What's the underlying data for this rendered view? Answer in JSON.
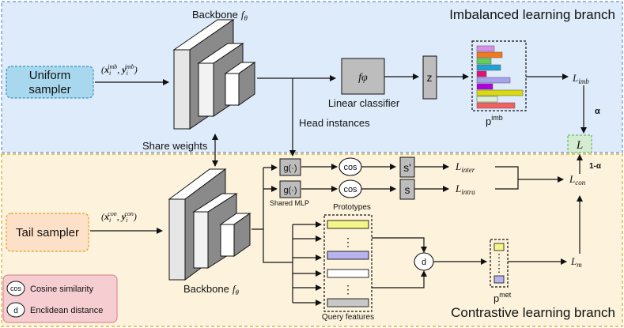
{
  "branches": {
    "top_title": "Imbalanced learning branch",
    "bottom_title": "Contrastive learning branch"
  },
  "samplers": {
    "uniform": [
      "Uniform",
      "sampler"
    ],
    "tail": "Tail sampler"
  },
  "labels": {
    "backbone_top": "Backbone",
    "backbone_bottom": "Backbone",
    "f_theta": "f",
    "theta": "θ",
    "share_weights": "Share weights",
    "head_instances": "Head instances",
    "f_phi": "fφ",
    "linear_classifier": "Linear classifier",
    "z": "z",
    "p_imb_base": "p",
    "p_imb_sup": "imb",
    "p_met_base": "p",
    "p_met_sup": "met",
    "g": "g(·)",
    "shared_mlp": "Shared MLP",
    "cos": "cos",
    "s_prime": "s'",
    "s": "s",
    "prototypes": "Prototypes",
    "query_features": "Query features",
    "d": "d",
    "L": "L",
    "alpha": "α",
    "one_minus_alpha": "1-α",
    "dots": "⋮"
  },
  "inputs": {
    "imb": {
      "open": "(",
      "x": "x",
      "sub1": "i",
      "sup1": "imb",
      "comma": ", ",
      "y": "y",
      "sub2": "i",
      "sup2": "imb",
      "close": ")"
    },
    "con": {
      "open": "(",
      "x": "x",
      "sub1": "i",
      "sup1": "con",
      "comma": ", ",
      "y": "y",
      "sub2": "i",
      "sup2": "con",
      "close": ")"
    }
  },
  "losses": {
    "imb": {
      "base": "L",
      "sub": "imb"
    },
    "inter": {
      "base": "L",
      "sub": "inter"
    },
    "intra": {
      "base": "L",
      "sub": "intra"
    },
    "con": {
      "base": "L",
      "sub": "con"
    },
    "m": {
      "base": "L",
      "sub": "m"
    }
  },
  "legend": {
    "cos_symbol": "cos",
    "cos_text": "Cosine similarity",
    "d_symbol": "d",
    "d_text": "Enclidean distance"
  },
  "colors": {
    "top_bg": "#deebfa",
    "bottom_bg": "#fdf3dc",
    "sampler_blue": "#a8d8ee",
    "sampler_orange": "#fde0c8",
    "legend_bg": "#f6cdd0",
    "L_box": "#d5ecd2",
    "proto_yellow": "#f6f58a",
    "proto_lavender": "#b7b3ef",
    "query_gray": "#c8c8c8"
  },
  "p_imb_bar_colors": [
    "#d98de8",
    "#f07a20",
    "#5fd05a",
    "#1fa3d4",
    "#e0127c",
    "#a8a0f0",
    "#b000e0",
    "#dada10",
    "#ddf0d0",
    "#f26060"
  ]
}
